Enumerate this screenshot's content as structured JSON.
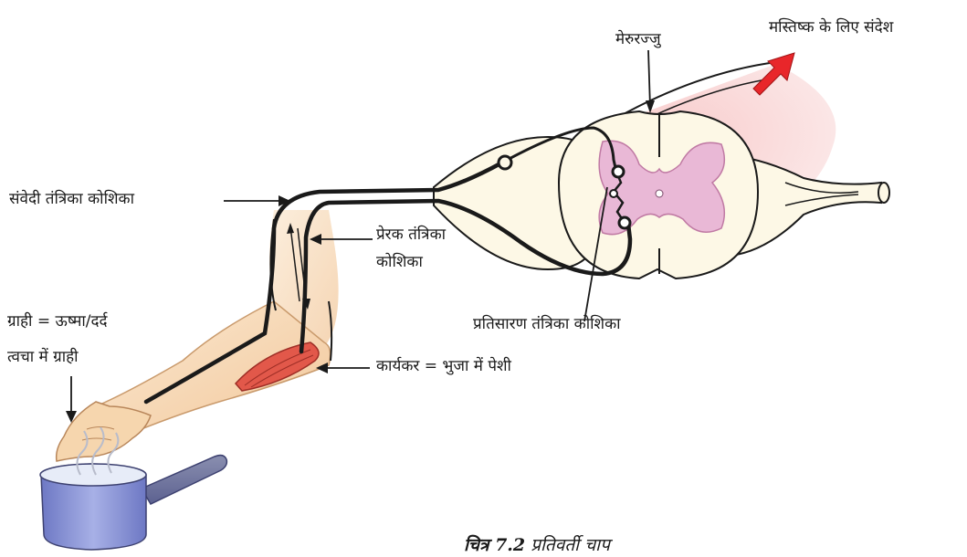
{
  "labels": {
    "brain_message": "मस्तिष्क के लिए संदेश",
    "spinal_cord": "मेरुरज्जु",
    "sensory_neuron": "संवेदी तंत्रिका कोशिका",
    "motor_neuron_line1": "प्रेरक तंत्रिका",
    "motor_neuron_line2": "कोशिका",
    "receptor_line1": "ग्राही = ऊष्मा/दर्द",
    "receptor_line2": "त्वचा में ग्राही",
    "relay_neuron": "प्रतिसारण तंत्रिका कोशिका",
    "effector": "कार्यकर  = भुजा में पेशी"
  },
  "caption": {
    "figure_no": "चित्र 7.2",
    "title": "प्रतिवर्ती चाप"
  },
  "colors": {
    "arrow_red": "#e8262a",
    "grey_matter": "#e9b8d6",
    "cord_fill": "#fdf8e6",
    "skin": "#f6d6ae",
    "muscle": "#e2584a",
    "pan": "#8e9ad6"
  }
}
